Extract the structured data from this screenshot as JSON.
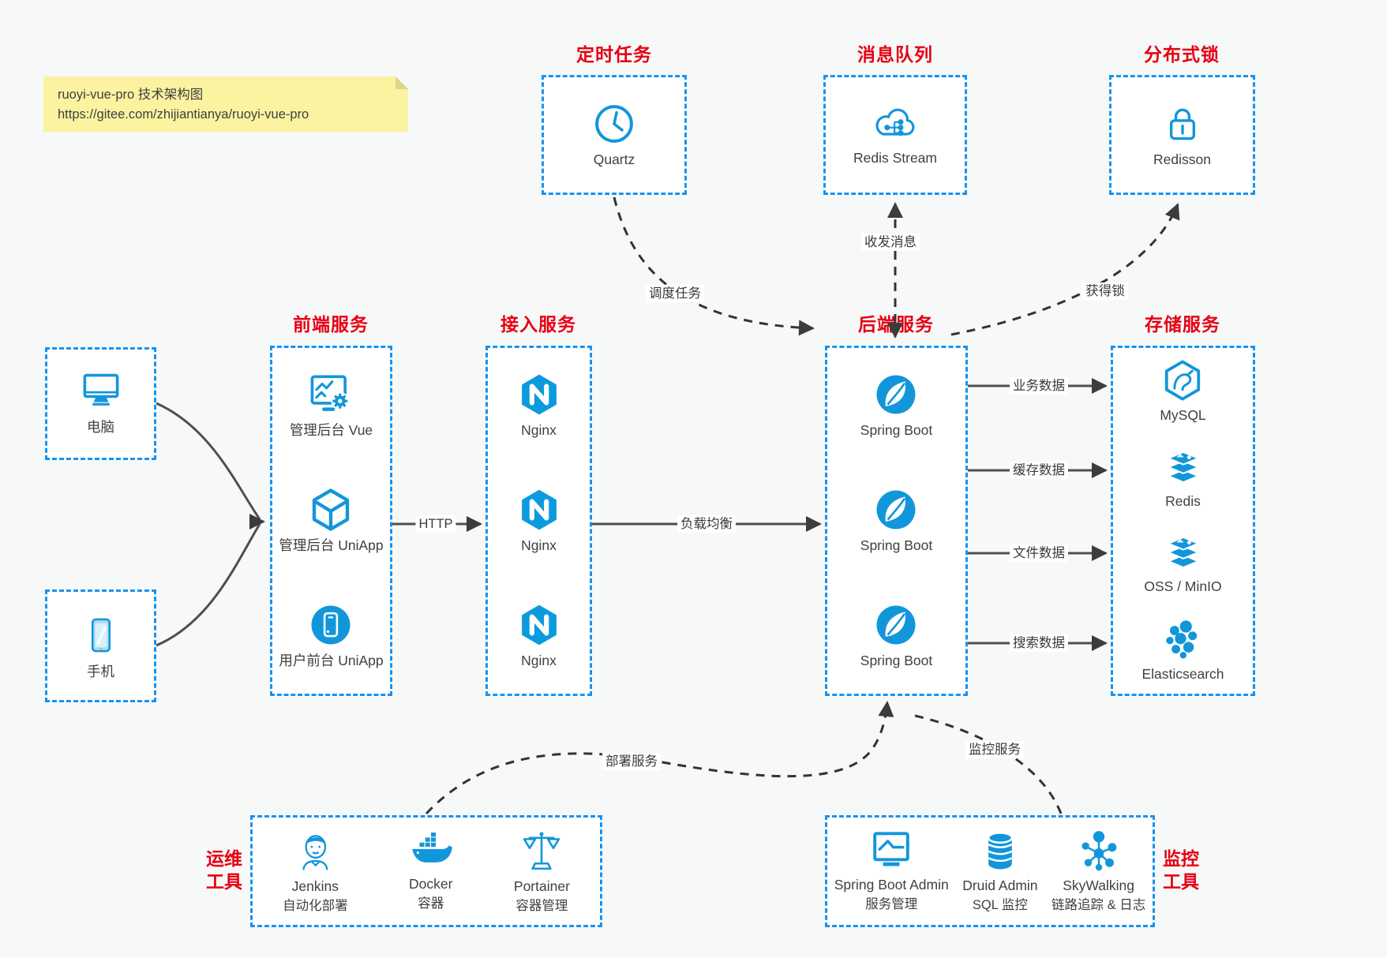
{
  "note": {
    "title": "ruoyi-vue-pro 技术架构图",
    "url": "https://gitee.com/zhijiantianya/ruoyi-vue-pro"
  },
  "colors": {
    "icon_blue": "#1296db",
    "border_blue": "#1593f2",
    "title_red": "#e60012",
    "text": "#404040",
    "arrow_solid": "#4f4f4f",
    "arrow_dashed": "#333333",
    "note_bg": "#fbf3a0",
    "background": "#f7f8f8"
  },
  "devices": {
    "pc": {
      "label": "电脑",
      "icon": "desktop-icon"
    },
    "phone": {
      "label": "手机",
      "icon": "mobile-icon"
    }
  },
  "top": {
    "scheduler": {
      "title": "定时任务",
      "item": {
        "label": "Quartz",
        "icon": "clock-icon"
      }
    },
    "mq": {
      "title": "消息队列",
      "item": {
        "label": "Redis Stream",
        "icon": "cloud-network-icon"
      }
    },
    "lock": {
      "title": "分布式锁",
      "item": {
        "label": "Redisson",
        "icon": "padlock-icon"
      }
    }
  },
  "columns": {
    "frontend": {
      "title": "前端服务",
      "items": [
        {
          "label": "管理后台 Vue",
          "icon": "admin-vue-icon"
        },
        {
          "label": "管理后台 UniApp",
          "icon": "uniapp-cube-icon"
        },
        {
          "label": "用户前台 UniApp",
          "icon": "uniapp-phone-icon"
        }
      ]
    },
    "gateway": {
      "title": "接入服务",
      "items": [
        {
          "label": "Nginx",
          "icon": "nginx-icon"
        },
        {
          "label": "Nginx",
          "icon": "nginx-icon"
        },
        {
          "label": "Nginx",
          "icon": "nginx-icon"
        }
      ]
    },
    "backend": {
      "title": "后端服务",
      "items": [
        {
          "label": "Spring Boot",
          "icon": "spring-leaf-icon"
        },
        {
          "label": "Spring Boot",
          "icon": "spring-leaf-icon"
        },
        {
          "label": "Spring Boot",
          "icon": "spring-leaf-icon"
        }
      ]
    },
    "storage": {
      "title": "存储服务",
      "items": [
        {
          "label": "MySQL",
          "icon": "mysql-dolphin-icon"
        },
        {
          "label": "Redis",
          "icon": "redis-stack-icon"
        },
        {
          "label": "OSS / MinIO",
          "icon": "storage-stack-icon"
        },
        {
          "label": "Elasticsearch",
          "icon": "elasticsearch-cluster-icon"
        }
      ]
    }
  },
  "bottom": {
    "ops": {
      "title_line1": "运维",
      "title_line2": "工具",
      "items": [
        {
          "label": "Jenkins",
          "sub": "自动化部署",
          "icon": "jenkins-butler-icon"
        },
        {
          "label": "Docker",
          "sub": "容器",
          "icon": "docker-whale-icon"
        },
        {
          "label": "Portainer",
          "sub": "容器管理",
          "icon": "portainer-scales-icon"
        }
      ]
    },
    "monitoring": {
      "title_line1": "监控",
      "title_line2": "工具",
      "items": [
        {
          "label": "Spring Boot Admin",
          "sub": "服务管理",
          "icon": "monitor-chart-icon"
        },
        {
          "label": "Druid Admin",
          "sub": "SQL 监控",
          "icon": "database-icon"
        },
        {
          "label": "SkyWalking",
          "sub": "链路追踪 & 日志",
          "icon": "node-graph-icon"
        }
      ]
    }
  },
  "edges": {
    "http": "HTTP",
    "load_balance": "负载均衡",
    "business_data": "业务数据",
    "cache_data": "缓存数据",
    "file_data": "文件数据",
    "search_data": "搜索数据",
    "schedule_task": "调度任务",
    "send_receive_message": "收发消息",
    "acquire_lock": "获得锁",
    "deploy_service": "部署服务",
    "monitor_service": "监控服务"
  }
}
